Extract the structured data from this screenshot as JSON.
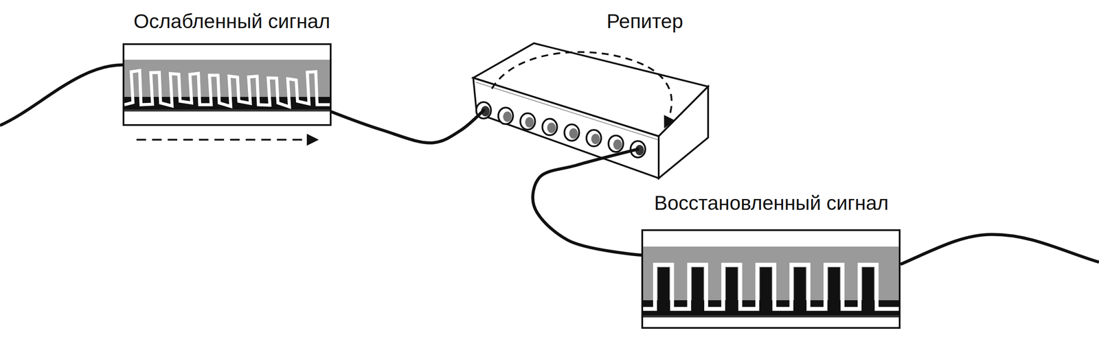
{
  "diagram": {
    "nodes": [
      {
        "text": [
          "Ослабленный сигнал"
        ]
      },
      {
        "text": [
          "Репитер"
        ]
      },
      {
        "text": [
          "Восстановленный сигнал"
        ]
      }
    ],
    "edges": [
      {
        "from": 0,
        "to": 1,
        "arrow": "none"
      },
      {
        "from": 1,
        "to": 2,
        "arrow": "none"
      }
    ]
  }
}
